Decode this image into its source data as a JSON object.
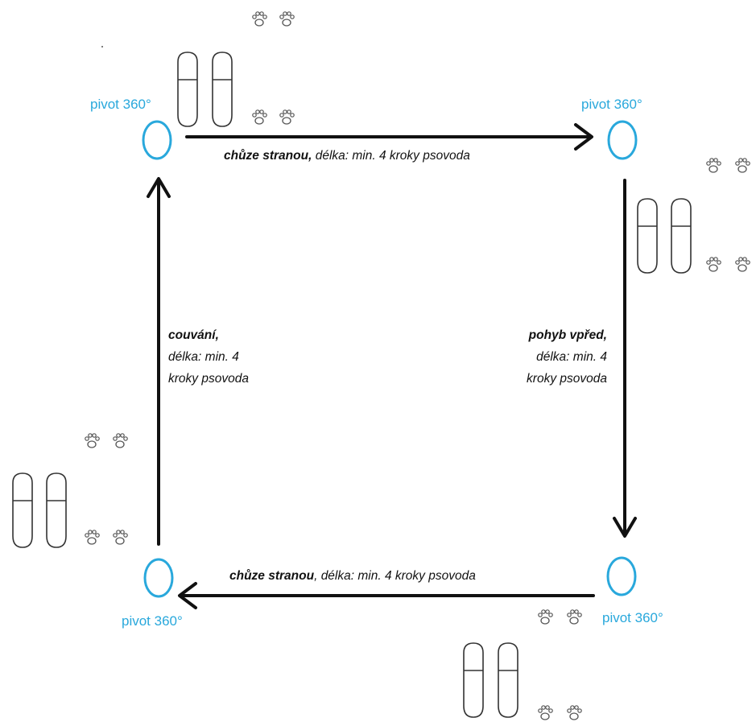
{
  "colors": {
    "pivot": "#29a8dc",
    "arrow": "#111111",
    "shoe": "#333333",
    "paw": "#555555"
  },
  "pivots": [
    {
      "id": "top-left",
      "label": "pivot 360°"
    },
    {
      "id": "top-right",
      "label": "pivot 360°"
    },
    {
      "id": "bottom-right",
      "label": "pivot 360°"
    },
    {
      "id": "bottom-left",
      "label": "pivot 360°"
    }
  ],
  "edges": {
    "top": {
      "bold": "chůze stranou,",
      "rest": " délka: min. 4 kroky psovoda"
    },
    "right": {
      "bold": "pohyb vpřed,",
      "line2": "délka: min. 4",
      "line3": "kroky psovoda"
    },
    "bottom": {
      "bold": "chůze stranou",
      "rest": ", délka: min. 4 kroky psovoda"
    },
    "left": {
      "bold": "couvání,",
      "line2": "délka: min. 4",
      "line3": "kroky psovoda"
    }
  },
  "icons": {
    "shoe": "shoe-print-icon",
    "paw": "paw-print-icon",
    "pivot": "pivot-circle-icon"
  }
}
